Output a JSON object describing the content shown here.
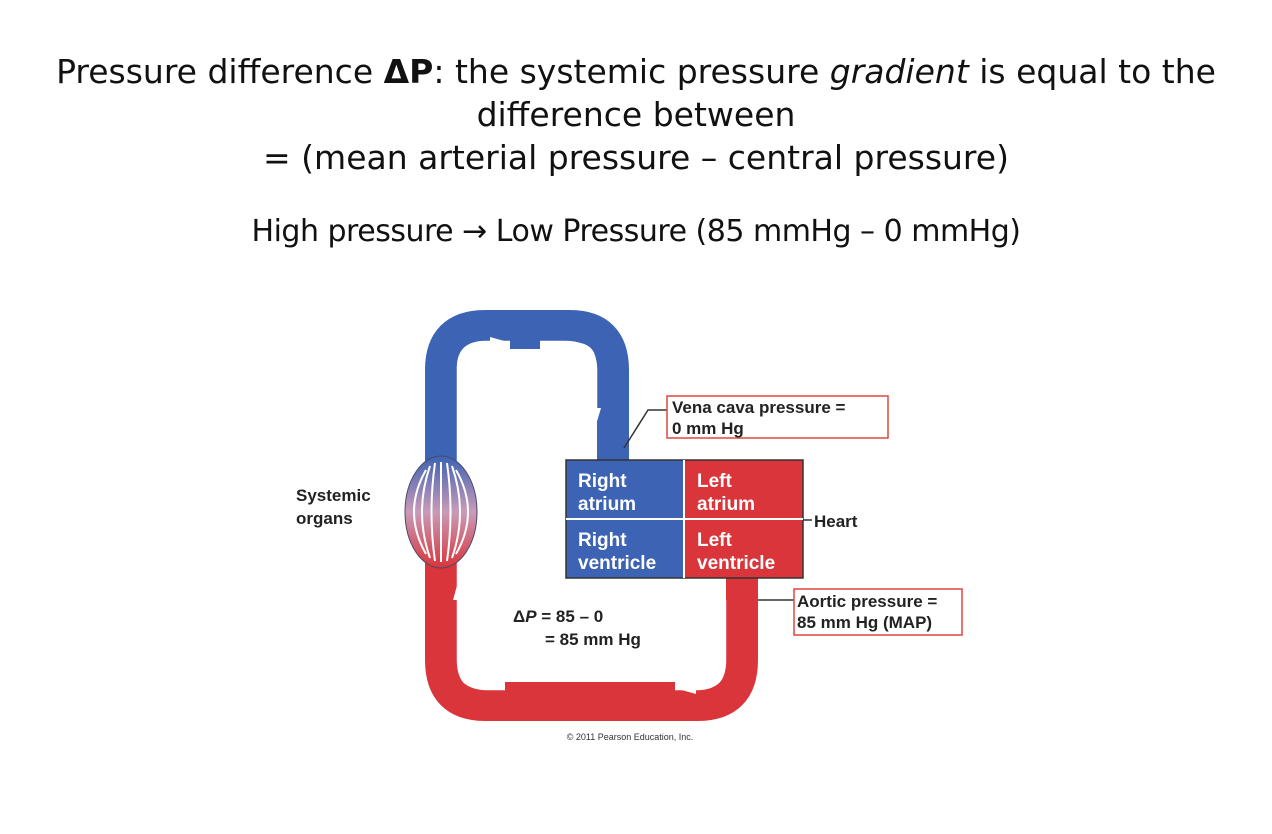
{
  "heading": {
    "line1_a": "Pressure difference ",
    "delta": "ΔP",
    "line1_b": ": the systemic pressure ",
    "line1_em": "gradient",
    "line1_c": " is equal to the",
    "line2": "difference between",
    "line3": "= (mean arterial pressure – central pressure)"
  },
  "subheading": "High pressure → Low Pressure (85 mmHg – 0 mmHg)",
  "diagram": {
    "systemic_organs": [
      "Systemic",
      "organs"
    ],
    "heart_label": "Heart",
    "chambers": {
      "right_atrium": [
        "Right",
        "atrium"
      ],
      "left_atrium": [
        "Left",
        "atrium"
      ],
      "right_ventricle": [
        "Right",
        "ventricle"
      ],
      "left_ventricle": [
        "Left",
        "ventricle"
      ]
    },
    "vena_cava": [
      "Vena cava pressure =",
      "0 mm Hg"
    ],
    "aortic": [
      "Aortic pressure =",
      "85 mm Hg (MAP)"
    ],
    "delta_p": {
      "symbol": "Δ",
      "var": "P",
      "line1_rest": " = 85 – 0",
      "line2": "= 85 mm Hg"
    },
    "copyright": "© 2011 Pearson Education, Inc."
  },
  "colors": {
    "blue": "#3d63b4",
    "red": "#d9353a",
    "callout_border": "#e0463f"
  }
}
